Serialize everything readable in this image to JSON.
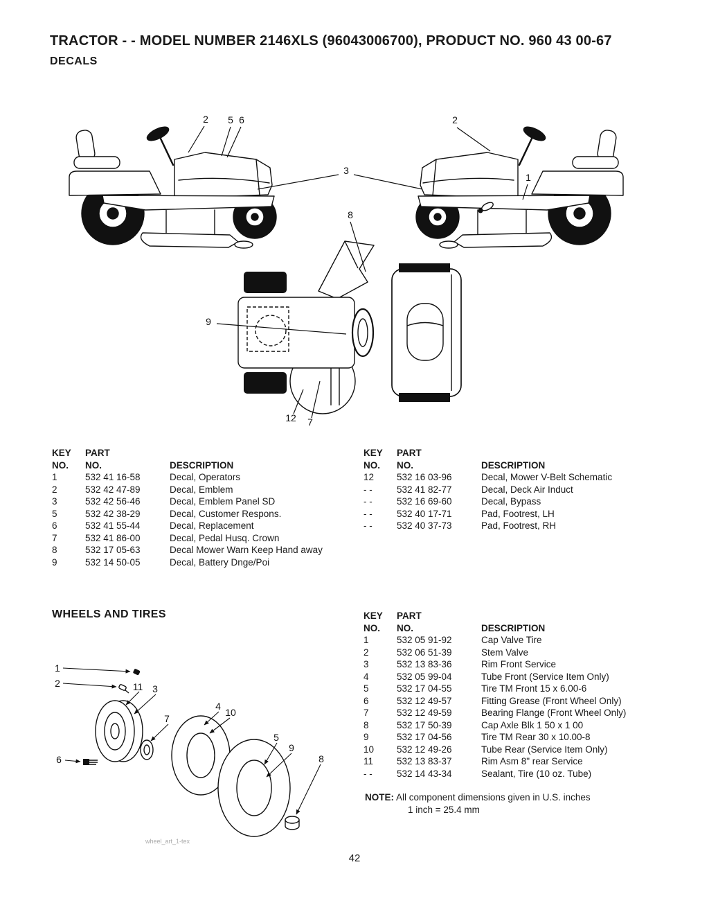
{
  "page": {
    "title": "TRACTOR - - MODEL NUMBER 2146XLS (96043006700), PRODUCT NO. 960 43 00-67",
    "section_title": "DECALS",
    "page_number": "42"
  },
  "table_headers": {
    "key": "KEY",
    "no": "NO.",
    "part": "PART",
    "description": "DESCRIPTION"
  },
  "decals": {
    "left_rows": [
      {
        "key": "1",
        "part": "532 41 16-58",
        "description": "Decal, Operators"
      },
      {
        "key": "2",
        "part": "532 42 47-89",
        "description": "Decal, Emblem"
      },
      {
        "key": "3",
        "part": "532 42 56-46",
        "description": "Decal, Emblem Panel SD"
      },
      {
        "key": "5",
        "part": "532 42 38-29",
        "description": "Decal, Customer Respons."
      },
      {
        "key": "6",
        "part": "532 41 55-44",
        "description": "Decal, Replacement"
      },
      {
        "key": "7",
        "part": "532 41 86-00",
        "description": "Decal, Pedal Husq. Crown"
      },
      {
        "key": "8",
        "part": "532 17 05-63",
        "description": "Decal Mower Warn Keep Hand away"
      },
      {
        "key": "9",
        "part": "532 14 50-05",
        "description": "Decal, Battery Dnge/Poi"
      }
    ],
    "right_rows": [
      {
        "key": "12",
        "part": "532 16 03-96",
        "description": "Decal, Mower V-Belt Schematic"
      },
      {
        "key": "- -",
        "part": "532 41 82-77",
        "description": "Decal, Deck Air Induct"
      },
      {
        "key": "- -",
        "part": "532 16 69-60",
        "description": "Decal, Bypass"
      },
      {
        "key": "- -",
        "part": "532 40 17-71",
        "description": "Pad, Footrest, LH"
      },
      {
        "key": "- -",
        "part": "532 40 37-73",
        "description": "Pad, Footrest, RH"
      }
    ]
  },
  "wheels": {
    "heading": "WHEELS AND TIRES",
    "rows": [
      {
        "key": "1",
        "part": "532 05 91-92",
        "description": "Cap Valve Tire"
      },
      {
        "key": "2",
        "part": "532 06 51-39",
        "description": "Stem Valve"
      },
      {
        "key": "3",
        "part": "532 13 83-36",
        "description": "Rim Front Service"
      },
      {
        "key": "4",
        "part": "532 05 99-04",
        "description": "Tube Front (Service Item Only)"
      },
      {
        "key": "5",
        "part": "532 17 04-55",
        "description": "Tire TM Front 15 x 6.00-6"
      },
      {
        "key": "6",
        "part": "532 12 49-57",
        "description": "Fitting Grease (Front Wheel Only)"
      },
      {
        "key": "7",
        "part": "532 12 49-59",
        "description": "Bearing Flange (Front Wheel Only)"
      },
      {
        "key": "8",
        "part": "532 17 50-39",
        "description": "Cap Axle Blk 1 50 x 1 00"
      },
      {
        "key": "9",
        "part": "532 17 04-56",
        "description": "Tire TM Rear 30 x 10.00-8"
      },
      {
        "key": "10",
        "part": "532 12 49-26",
        "description": "Tube Rear (Service Item Only)"
      },
      {
        "key": "11",
        "part": "532 13 83-37",
        "description": "Rim Asm 8\" rear Service"
      },
      {
        "key": "- -",
        "part": "532 14 43-34",
        "description": "Sealant, Tire (10 oz. Tube)"
      }
    ],
    "note": {
      "label": "NOTE:",
      "line1": "All component dimensions given in U.S. inches",
      "line2": "1 inch = 25.4 mm"
    },
    "watermark": "wheel_art_1-tex"
  },
  "callouts": {
    "decals": {
      "c2_left": "2",
      "c5": "5",
      "c6": "6",
      "c3": "3",
      "c2_right": "2",
      "c1": "1",
      "c8": "8",
      "c9": "9",
      "c12": "12",
      "c7": "7"
    },
    "wheels": {
      "c1": "1",
      "c2": "2",
      "c3": "3",
      "c4": "4",
      "c5": "5",
      "c6": "6",
      "c7": "7",
      "c8": "8",
      "c9": "9",
      "c10": "10",
      "c11": "11"
    }
  }
}
